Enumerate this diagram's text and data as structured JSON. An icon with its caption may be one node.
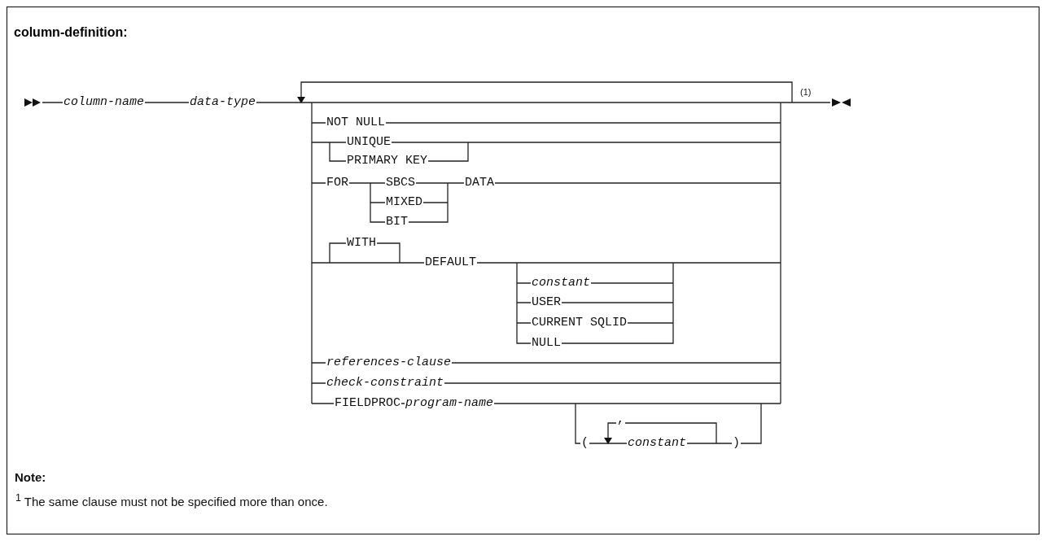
{
  "diagram": {
    "title": "column-definition:",
    "labels": [
      "column-name",
      "data-type",
      "(1)",
      "NOT NULL",
      "UNIQUE",
      "PRIMARY KEY",
      "FOR",
      "SBCS",
      "DATA",
      "MIXED",
      "BIT",
      "WITH",
      "DEFAULT",
      "constant",
      "USER",
      "CURRENT SQLID",
      "NULL",
      "references-clause",
      "check-constraint",
      "FIELDPROC",
      "program-name",
      ",",
      "(",
      "constant",
      ")",
      "Note:",
      "$^{1}$ The same clause must not be specified more than once."
    ]
  }
}
